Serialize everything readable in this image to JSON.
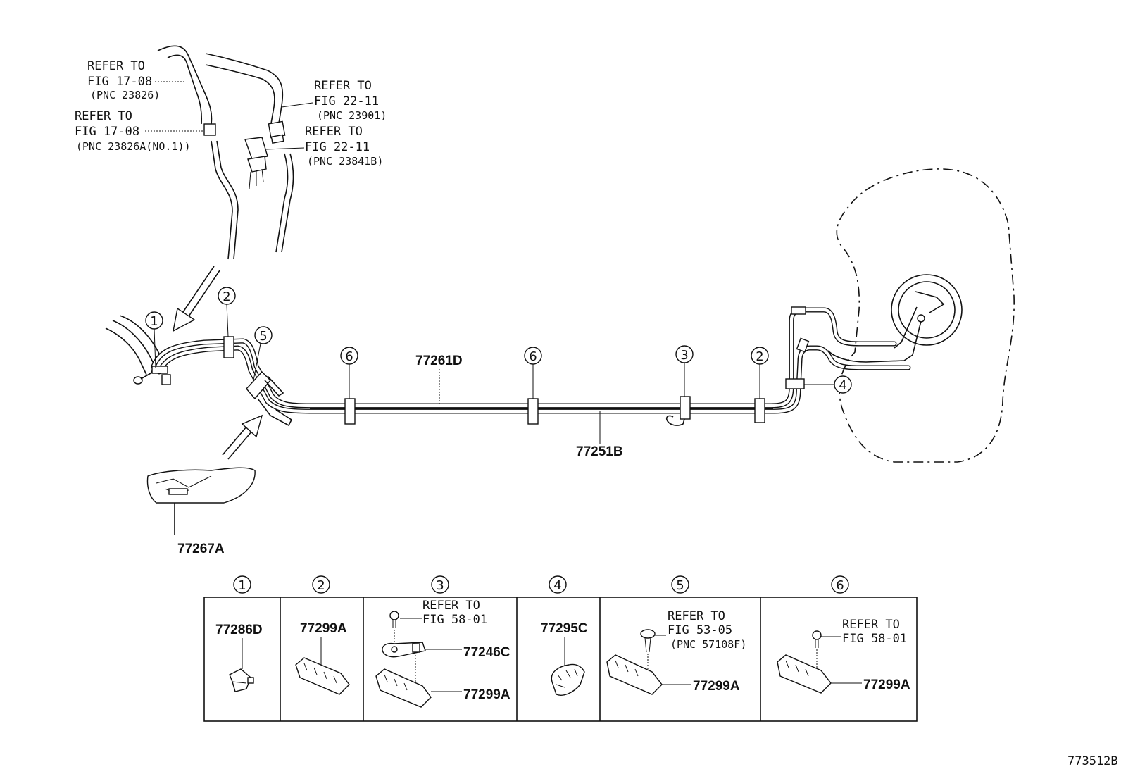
{
  "refs": {
    "r1": {
      "l1": "REFER TO",
      "l2": "FIG 17-08",
      "l3": "(PNC 23826)"
    },
    "r2": {
      "l1": "REFER TO",
      "l2": "FIG 17-08",
      "l3": "(PNC 23826A(NO.1))"
    },
    "r3": {
      "l1": "REFER TO",
      "l2": "FIG 22-11",
      "l3": "(PNC 23901)"
    },
    "r4": {
      "l1": "REFER TO",
      "l2": "FIG 22-11",
      "l3": "(PNC 23841B)"
    }
  },
  "callouts": [
    "1",
    "2",
    "5",
    "6",
    "6",
    "3",
    "2",
    "4"
  ],
  "parts_main": {
    "tube_upper": "77261D",
    "tube_lower": "77251B",
    "protector": "77267A"
  },
  "table": {
    "headers": [
      "1",
      "2",
      "3",
      "4",
      "5",
      "6"
    ],
    "cell1": {
      "part": "77286D"
    },
    "cell2": {
      "part": "77299A"
    },
    "cell3": {
      "ref1": "REFER TO",
      "ref2": "FIG 58-01",
      "part_a": "77246C",
      "part_b": "77299A"
    },
    "cell4": {
      "part": "77295C"
    },
    "cell5": {
      "ref1": "REFER TO",
      "ref2": "FIG 53-05",
      "ref3": "(PNC 57108F)",
      "part": "77299A"
    },
    "cell6": {
      "ref1": "REFER TO",
      "ref2": "FIG 58-01",
      "part": "77299A"
    }
  },
  "figure_id": "773512B"
}
